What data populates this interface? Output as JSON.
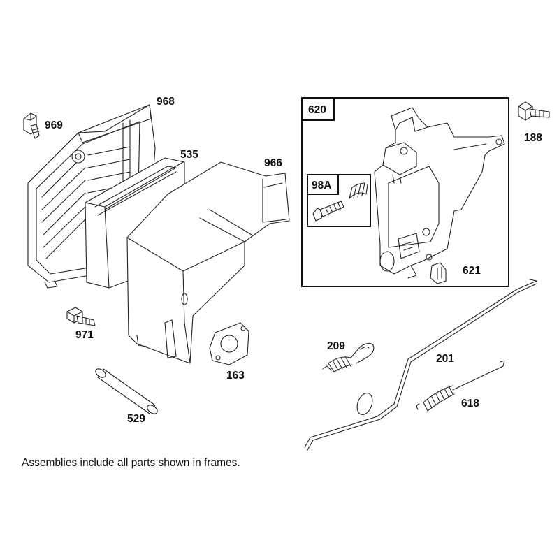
{
  "labels": {
    "p969": "969",
    "p968": "968",
    "p535": "535",
    "p966": "966",
    "p971": "971",
    "p529": "529",
    "p163": "163",
    "p620": "620",
    "p98a": "98A",
    "p621": "621",
    "p188": "188",
    "p209": "209",
    "p201": "201",
    "p618": "618"
  },
  "note": "Assemblies include all parts shown in frames.",
  "colors": {
    "line": "#222222",
    "background": "#ffffff"
  }
}
